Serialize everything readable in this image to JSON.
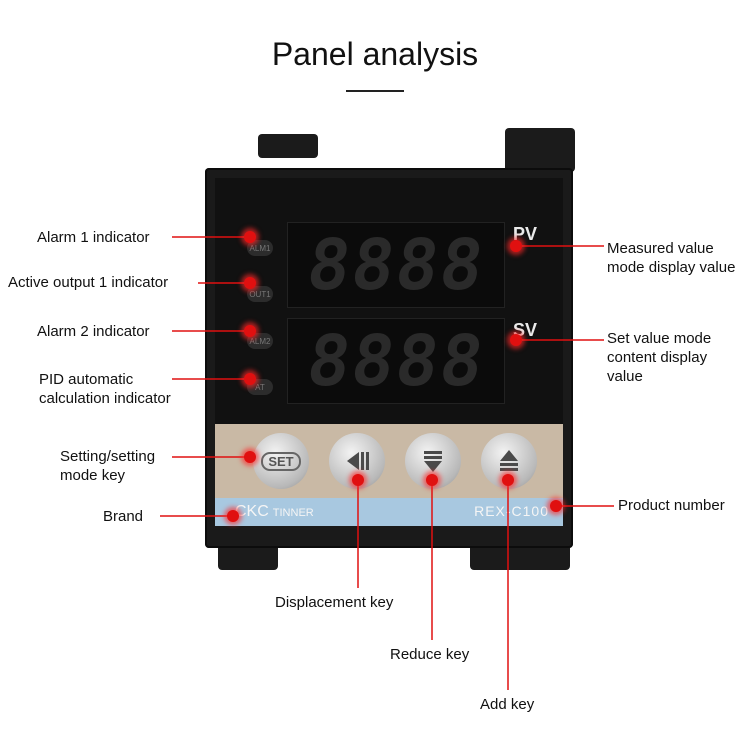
{
  "title": "Panel analysis",
  "device": {
    "pv_label": "PV",
    "sv_label": "SV",
    "pv_digits": "8888",
    "sv_digits": "8888",
    "leds": [
      "ALM1",
      "OUT1",
      "ALM2",
      "AT"
    ],
    "set_key": "SET",
    "brand": "CKC",
    "brand_sub": "TINNER",
    "model": "REX-C100"
  },
  "annotations": {
    "alarm1": "Alarm 1 indicator",
    "out1": "Active output 1 indicator",
    "alarm2": "Alarm 2 indicator",
    "pid": "PID automatic calculation indicator",
    "setting_key": "Setting/setting mode key",
    "brand": "Brand",
    "measured": "Measured value mode display value",
    "setvalue": "Set value mode content display value",
    "product": "Product number",
    "displacement": "Displacement key",
    "reduce": "Reduce key",
    "add": "Add key"
  },
  "accent_color": "#e01010"
}
